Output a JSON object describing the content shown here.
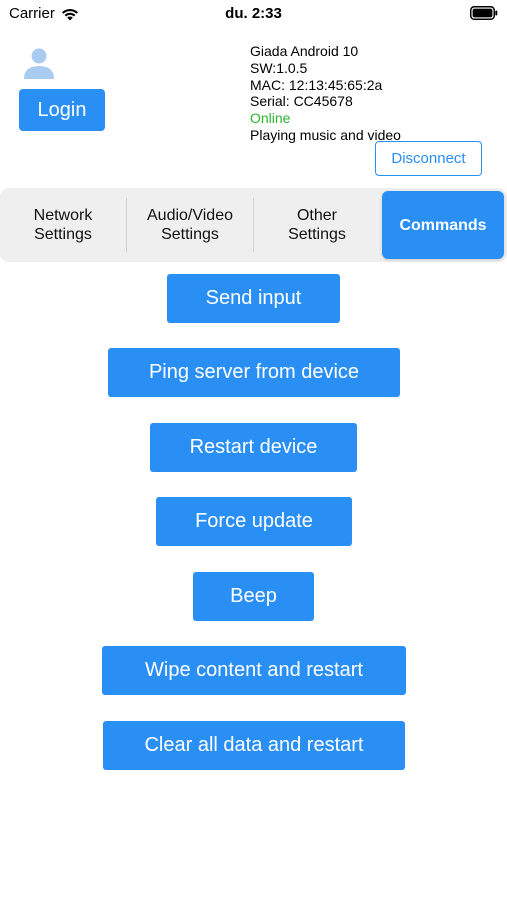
{
  "status_bar": {
    "carrier": "Carrier",
    "time": "du. 2:33",
    "icons": [
      "wifi-icon",
      "battery-icon"
    ]
  },
  "header": {
    "avatar_icon": "user-avatar-icon",
    "login_label": "Login",
    "device": {
      "name": "Giada Android 10",
      "sw": "SW:1.0.5",
      "mac": "MAC: 12:13:45:65:2a",
      "serial": "Serial: CC45678",
      "status": "Online",
      "activity": "Playing music and video"
    },
    "disconnect_label": "Disconnect"
  },
  "tabs": [
    {
      "line1": "Network",
      "line2": "Settings",
      "active": false
    },
    {
      "line1": "Audio/Video",
      "line2": "Settings",
      "active": false
    },
    {
      "line1": "Other",
      "line2": "Settings",
      "active": false
    },
    {
      "line1": "Commands",
      "line2": "",
      "active": true
    }
  ],
  "commands": [
    "Send input",
    "Ping server from device",
    "Restart device",
    "Force update",
    "Beep",
    "Wipe content and restart",
    "Clear all data and restart"
  ],
  "colors": {
    "accent": "#2A8FF5",
    "online": "#2DB52D",
    "tab_background": "#EFEFEF"
  }
}
